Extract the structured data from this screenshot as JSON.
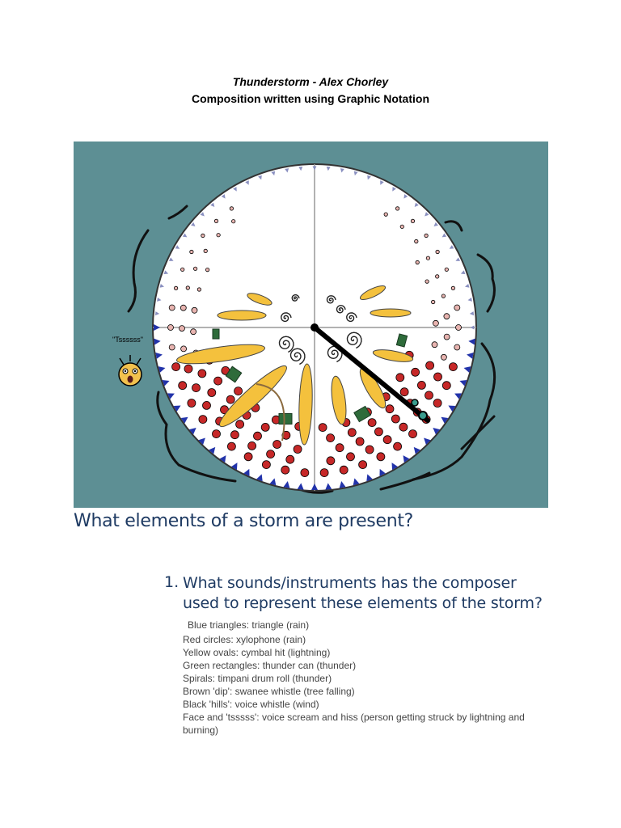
{
  "header": {
    "title": "Thunderstorm  - Alex Chorley",
    "subtitle": "Composition written using Graphic Notation"
  },
  "score": {
    "tsssss_label": "\"Tssssss\"",
    "colors": {
      "background": "#5d8f94",
      "circle_fill": "#ffffff",
      "rain_red": "#c62828",
      "rain_pink": "#e8b4b0",
      "lightning_yellow": "#f4c13d",
      "thunder_green": "#2e6b3a",
      "triangle_blue": "#2233aa",
      "hill_black": "#111111",
      "dip_brown": "#8b6a3e"
    }
  },
  "section": {
    "heading": "What elements of a storm are present?"
  },
  "question": {
    "number": "1.",
    "text": "What sounds/instruments has the composer used to represent these elements of the storm?",
    "answers": [
      "Blue triangles: triangle (rain)",
      "Red circles: xylophone (rain)",
      "Yellow ovals: cymbal hit (lightning)",
      "Green rectangles: thunder can (thunder)",
      "Spirals: timpani drum roll (thunder)",
      "Brown 'dip': swanee whistle (tree falling)",
      "Black 'hills': voice whistle (wind)",
      "Face and 'tsssss': voice scream and hiss (person getting struck by lightning and burning)"
    ]
  }
}
